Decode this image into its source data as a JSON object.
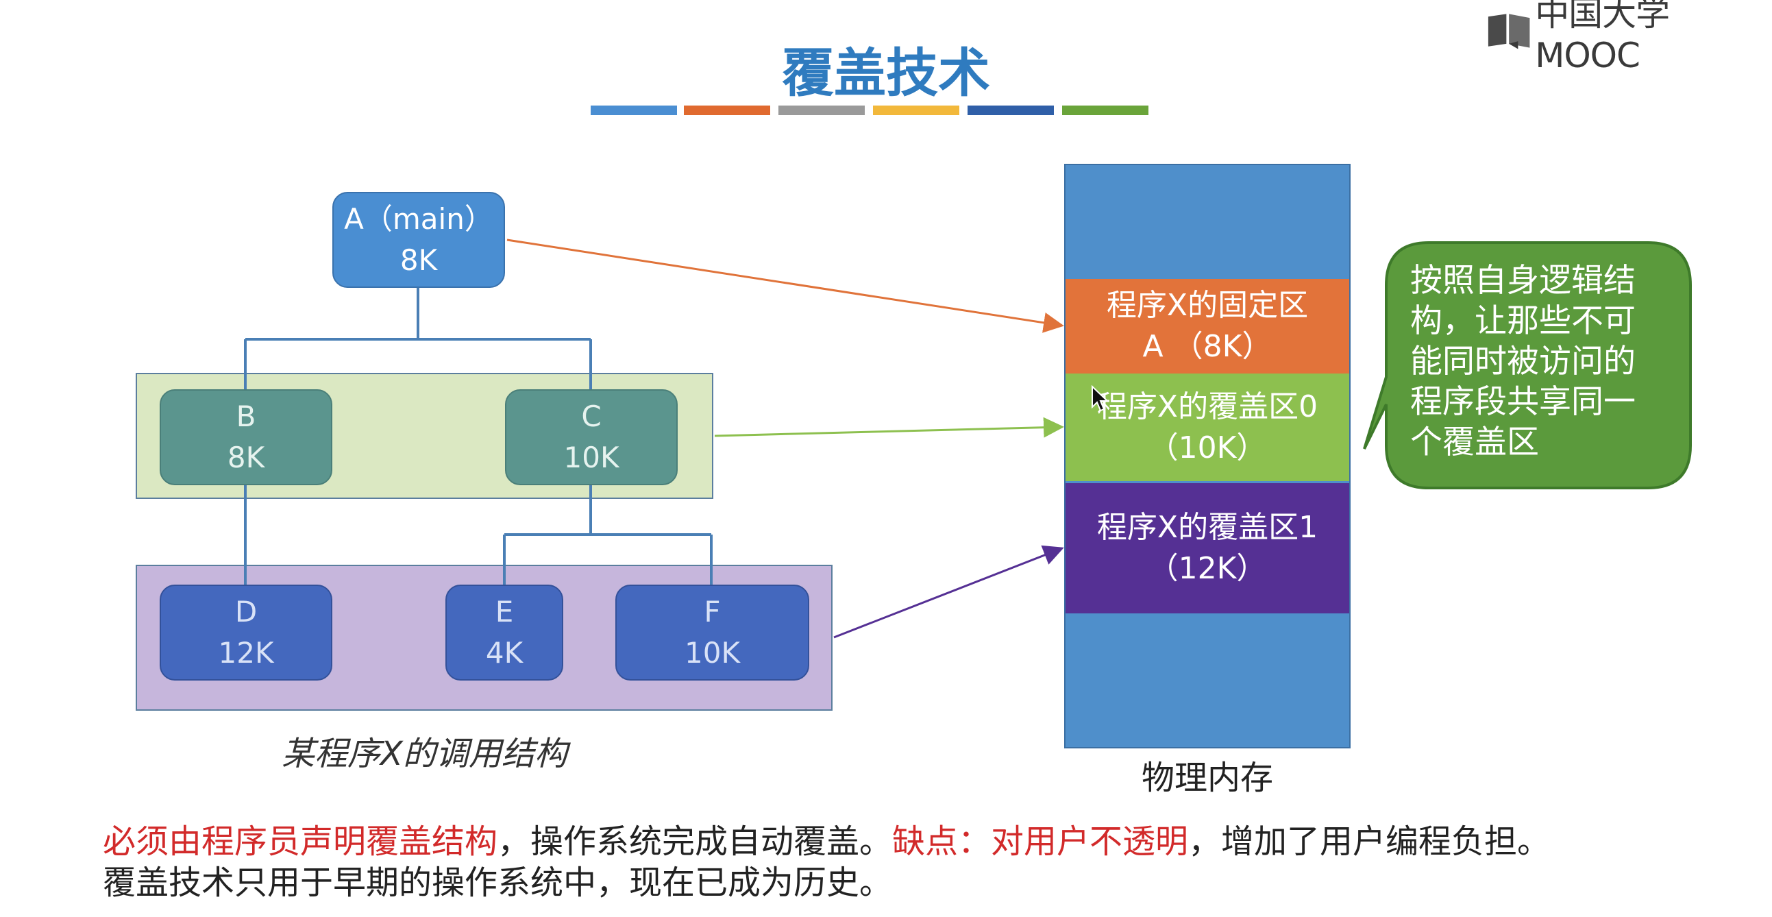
{
  "logo": {
    "text": "中国大学MOOC"
  },
  "title": "覆盖技术",
  "title_bar_colors": [
    "#4a8ed2",
    "#e06a2f",
    "#9a9a9a",
    "#f2b83b",
    "#2f5fa8",
    "#6aa43a"
  ],
  "tree": {
    "a": {
      "name": "A（main）",
      "size": "8K"
    },
    "b": {
      "name": "B",
      "size": "8K"
    },
    "c": {
      "name": "C",
      "size": "10K"
    },
    "d": {
      "name": "D",
      "size": "12K"
    },
    "e": {
      "name": "E",
      "size": "4K"
    },
    "f": {
      "name": "F",
      "size": "10K"
    },
    "caption": "某程序X的调用结构"
  },
  "memory": {
    "fixed": {
      "line1": "程序X的固定区",
      "line2": "A （8K）"
    },
    "overlay0": {
      "line1": "程序X的覆盖区0",
      "line2": "（10K）"
    },
    "overlay1": {
      "line1": "程序X的覆盖区1",
      "line2": "（12K）"
    },
    "label": "物理内存"
  },
  "callout": {
    "lines": [
      "按照自身逻辑结",
      "构，让那些不可",
      "能同时被访问的",
      "程序段共享同一",
      "个覆盖区"
    ]
  },
  "bottom_text": {
    "line1_red1": "必须由程序员声明覆盖结构",
    "line1_black1": "，操作系统完成自动覆盖。",
    "line1_red2": "缺点：对用户不透明",
    "line1_black2": "，增加了用户编程负担。",
    "line2": "覆盖技术只用于早期的操作系统中，现在已成为历史。"
  },
  "colors": {
    "fixed_area": "#e2733a",
    "overlay0_area": "#8dc04f",
    "overlay1_area": "#553094",
    "memory_bg": "#4f8fcb",
    "callout": "#5b9a3c"
  }
}
